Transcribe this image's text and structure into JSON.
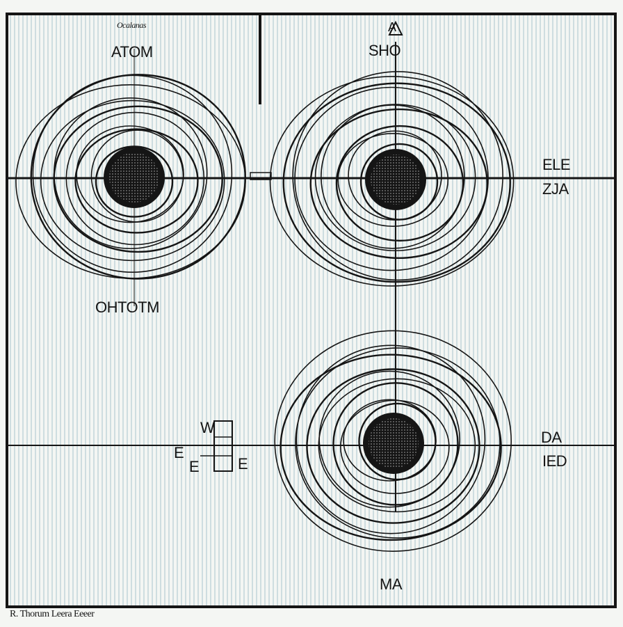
{
  "colors": {
    "paper": "#f4f6f3",
    "grid": "#a9c4cc",
    "ink": "#151515"
  },
  "labels": {
    "top_small": "Ocalanas",
    "atom": "ATOM",
    "ohtotm": "OHTOTM",
    "arrow_top": "A",
    "sho": "SHO",
    "ele": "ELE",
    "zja": "ZJA",
    "w": "W",
    "e_left": "E",
    "e_bottom_left": "E",
    "e_right_of_box": "E",
    "da": "DA",
    "ied": "IED",
    "ma": "MA",
    "caption": "R. Thorum Leera Eeeer"
  },
  "atoms": [
    {
      "name": "top-left-atom",
      "rings": 11
    },
    {
      "name": "top-right-atom",
      "rings": 11
    },
    {
      "name": "bottom-atom",
      "rings": 11
    }
  ]
}
